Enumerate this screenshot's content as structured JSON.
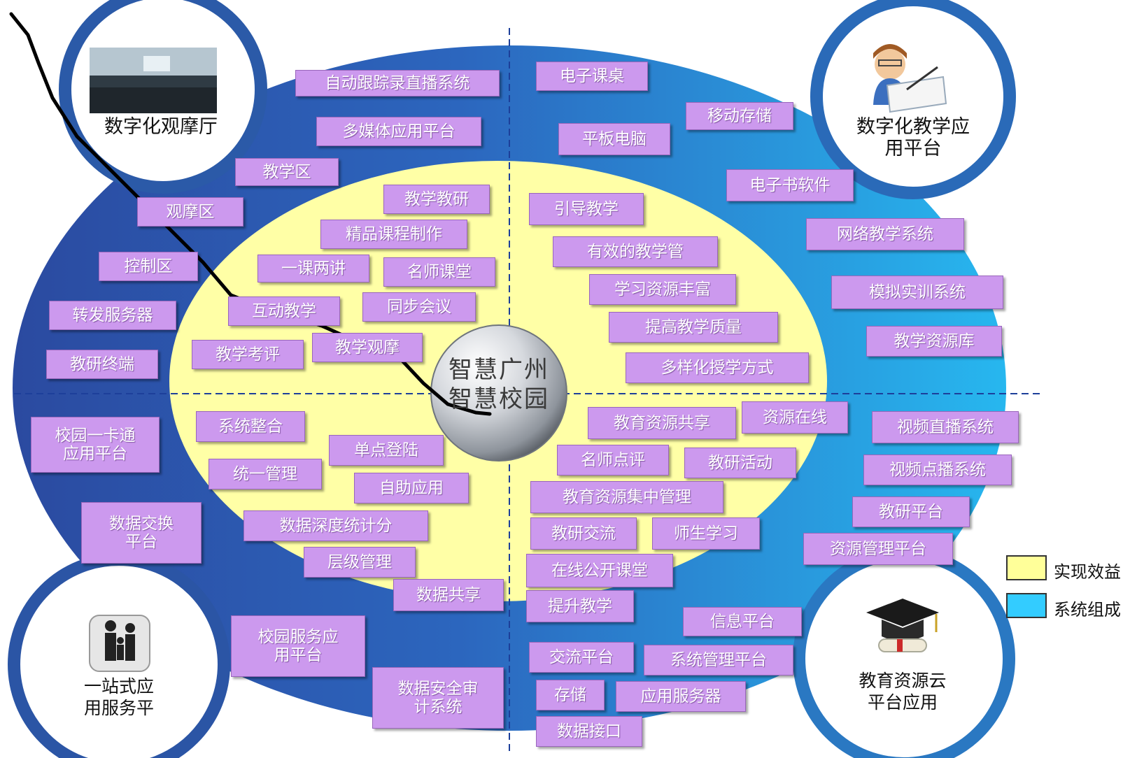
{
  "center": {
    "title": "智慧广州\n智慧校园"
  },
  "corners": {
    "top_left": "数字化观摩厅",
    "top_right": "数字化教学应\n用平台",
    "bottom_left": "一站式应\n用服务平",
    "bottom_right": "教育资源云\n平台应用"
  },
  "labels": {
    "zidong_luzhibo": "自动跟踪录直播系统",
    "duomeiti": "多媒体应用平台",
    "jiaoxuequ": "教学区",
    "guanmoqu": "观摩区",
    "kongzhiqu": "控制区",
    "zhuanfa": "转发服务器",
    "jiaoyan_zhongduan": "教研终端",
    "jiaoxue_jiaoyan": "教学教研",
    "jingpin": "精品课程制作",
    "yike_liangjiang": "一课两讲",
    "mingshi_ketang": "名师课堂",
    "hudong": "互动教学",
    "tongbu": "同步会议",
    "kaoping": "教学考评",
    "jiaoxue_guanmo": "教学观摩",
    "dianzi_kezhuo": "电子课桌",
    "yidong": "移动存储",
    "pingban": "平板电脑",
    "dianzishu": "电子书软件",
    "wangluo_jiaoxue": "网络教学系统",
    "moni": "模拟实训系统",
    "ziyuanku": "教学资源库",
    "yindao": "引导教学",
    "youxiao": "有效的教学管",
    "fengfu": "学习资源丰富",
    "tigao_zhiliang": "提高教学质量",
    "duoyanghua": "多样化授学方式",
    "yikatong": "校园一卡通\n应用平台",
    "shuju_jiaohuan": "数据交换\n平台",
    "xiaoyuan_fuwu": "校园服务应\n用平台",
    "shuju_anquan": "数据安全审\n计系统",
    "xitong_zhenghe": "系统整合",
    "dandian": "单点登陆",
    "tongyi": "统一管理",
    "zizhu": "自助应用",
    "shendu": "数据深度统计分",
    "cengji": "层级管理",
    "shuju_gongxiang": "数据共享",
    "ziyuan_gongxiang": "教育资源共享",
    "ziyuan_zaixian": "资源在线",
    "mingshi_dianping": "名师点评",
    "jiaoyan_huodong": "教研活动",
    "jizhong_guanli": "教育资源集中管理",
    "jiaoyan_jiaoliu": "教研交流",
    "shisheng": "师生学习",
    "gongkai": "在线公开课堂",
    "tisheng": "提升教学",
    "shipin_zhibo": "视频直播系统",
    "shipin_dianbo": "视频点播系统",
    "jiaoyan_pingtai": "教研平台",
    "ziyuan_guanli": "资源管理平台",
    "xinxi": "信息平台",
    "jiaoliu_pingtai": "交流平台",
    "xitong_guanli": "系统管理平台",
    "cunchu": "存储",
    "yingyong_fuwuqi": "应用服务器",
    "shuju_jiekou": "数据接口"
  },
  "legend": {
    "benefit": {
      "label": "实现效益",
      "color": "#ffff99"
    },
    "component": {
      "label": "系统组成",
      "color": "#33ccff"
    }
  },
  "colors": {
    "outer_dark": "#2e52a8",
    "outer_light": "#2ab4ec",
    "inner": "#ffffa6",
    "label_bg": "#cc99ee"
  }
}
